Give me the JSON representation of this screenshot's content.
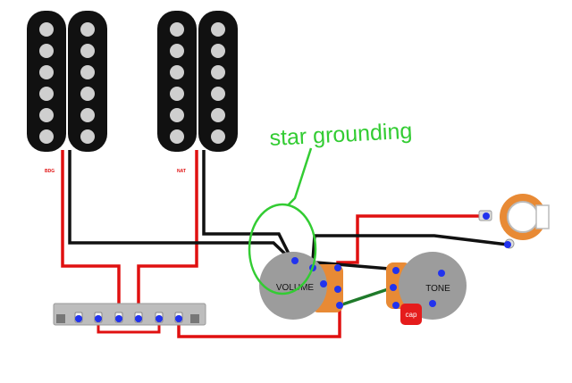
{
  "annotation": {
    "text": "star grounding",
    "color": "#33cc33"
  },
  "pickups": [
    {
      "name": "bridge-humbucker",
      "label": "BDG",
      "poles_per_coil": 6
    },
    {
      "name": "neck-humbucker",
      "label": "NAT",
      "poles_per_coil": 6
    }
  ],
  "pots": {
    "volume": {
      "label": "VOLUME"
    },
    "tone": {
      "label": "TONE"
    }
  },
  "capacitor": {
    "label": "cap"
  },
  "colors": {
    "pickup_body": "#111111",
    "pole_piece": "#cfcfcf",
    "pot_body": "#9c9c9c",
    "pot_lug": "#e88a35",
    "hot_wire": "#e01010",
    "ground_wire": "#111111",
    "tone_link_wire": "#1f7a2a",
    "solder_point": "#2233ee",
    "cap_fill": "#e51c1c",
    "jack_ring": "#e88a35",
    "switch_body": "#bdbdbd"
  }
}
